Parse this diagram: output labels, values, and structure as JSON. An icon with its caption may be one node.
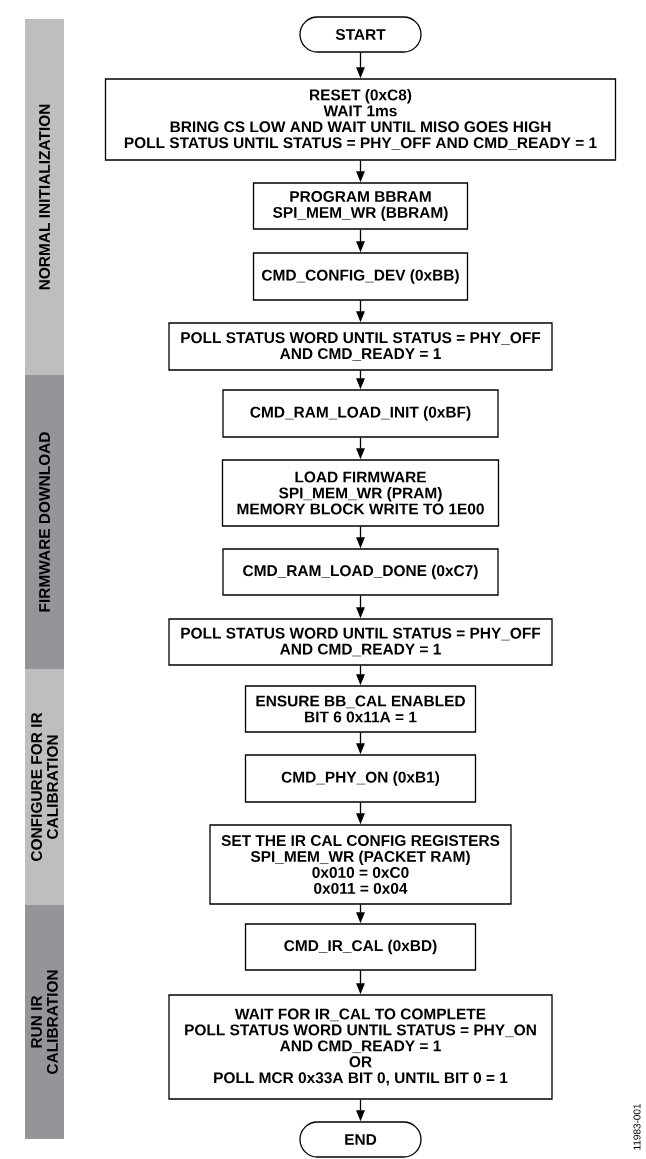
{
  "diagram": {
    "nodes": [
      {
        "text": [
          "START"
        ]
      },
      {
        "text": [
          "RESET (0xC8)",
          "WAIT 1ms",
          "BRING CS LOW AND WAIT UNTIL MISO GOES HIGH",
          "POLL STATUS UNTIL STATUS = PHY_OFF AND CMD_READY = 1"
        ]
      },
      {
        "text": [
          "PROGRAM BBRAM",
          "SPI_MEM_WR (BBRAM)"
        ]
      },
      {
        "text": [
          "CMD_CONFIG_DEV (0xBB)"
        ]
      },
      {
        "text": [
          "POLL STATUS WORD UNTIL STATUS = PHY_OFF AND CMD_READY = 1"
        ]
      },
      {
        "text": [
          "CMD_RAM_LOAD_INIT (0xBF)"
        ]
      },
      {
        "text": [
          "LOAD FIRMWARE",
          "SPI_MEM_WR (PRAM)",
          "MEMORY BLOCK WRITE TO 1E00"
        ]
      },
      {
        "text": [
          "CMD_RAM_LOAD_DONE (0xC7)"
        ]
      },
      {
        "text": [
          "POLL STATUS WORD UNTIL STATUS = PHY_OFF AND CMD_READY = 1"
        ]
      },
      {
        "text": [
          "ENSURE BB_CAL ENABLED",
          "BIT 6 0x11A = 1"
        ]
      },
      {
        "text": [
          "CMD_PHY_ON (0xB1)"
        ]
      },
      {
        "text": [
          "SET THE IR CAL CONFIG REGISTERS",
          "SPI_MEM_WR (PACKET RAM)",
          "0x010 = 0xC0",
          "0x011 = 0x04"
        ]
      },
      {
        "text": [
          "CMD_IR_CAL (0xBD)"
        ]
      },
      {
        "text": [
          "WAIT FOR IR_CAL TO COMPLETE",
          "POLL STATUS WORD UNTIL STATUS = PHY_ON AND CMD_READY = 1",
          "OR",
          "POLL MCR 0x33A BIT 0, UNTIL BIT 0 = 1"
        ]
      },
      {
        "text": [
          "END"
        ]
      },
      {
        "text": [
          "NORMAL INITIALIZATION"
        ]
      },
      {
        "text": [
          "FIRMWARE DOWNLOAD"
        ]
      },
      {
        "text": [
          "CONFIGURE FOR IR CALIBRATION"
        ]
      },
      {
        "text": [
          "RUN IR CALIBRATION"
        ]
      }
    ],
    "edges": [
      {
        "from": 0,
        "to": 1,
        "arrow": "to"
      },
      {
        "from": 1,
        "to": 2,
        "arrow": "to"
      },
      {
        "from": 2,
        "to": 3,
        "arrow": "to"
      },
      {
        "from": 3,
        "to": 4,
        "arrow": "to"
      },
      {
        "from": 4,
        "to": 5,
        "arrow": "to"
      },
      {
        "from": 5,
        "to": 6,
        "arrow": "to"
      },
      {
        "from": 6,
        "to": 7,
        "arrow": "to"
      },
      {
        "from": 7,
        "to": 8,
        "arrow": "to"
      },
      {
        "from": 8,
        "to": 9,
        "arrow": "to"
      },
      {
        "from": 9,
        "to": 10,
        "arrow": "to"
      },
      {
        "from": 10,
        "to": 11,
        "arrow": "to"
      },
      {
        "from": 11,
        "to": 12,
        "arrow": "to"
      },
      {
        "from": 12,
        "to": 13,
        "arrow": "to"
      },
      {
        "from": 13,
        "to": 14,
        "arrow": "to"
      }
    ],
    "labels": [
      "11983-001"
    ]
  }
}
